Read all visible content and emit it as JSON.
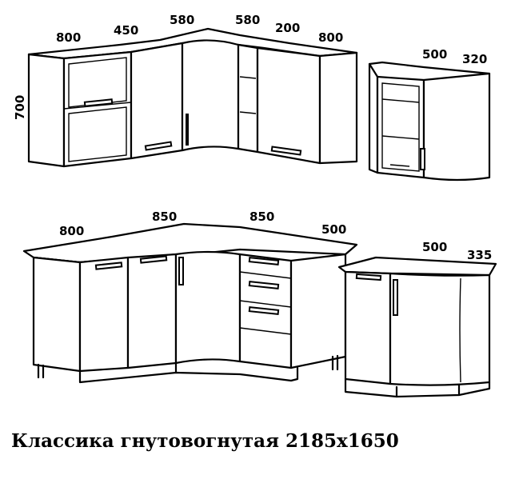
{
  "caption": "Классика гнутовогнутая 2185x1650",
  "dimensions": {
    "upper_left": [
      "800",
      "450",
      "580",
      "580",
      "200",
      "800"
    ],
    "upper_height": "700",
    "upper_right": [
      "500",
      "320"
    ],
    "lower_left": [
      "800",
      "850",
      "850",
      "500"
    ],
    "lower_right": [
      "500",
      "335"
    ]
  }
}
